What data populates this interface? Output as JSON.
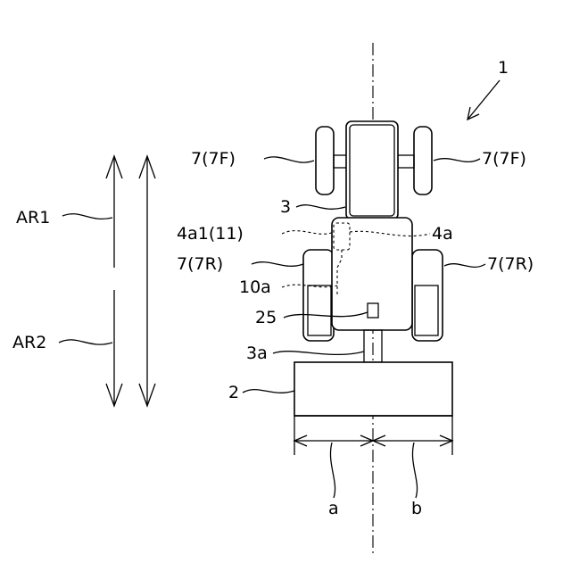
{
  "figure": {
    "labels": {
      "ref_1": "1",
      "front_wheel_left": "7(7F)",
      "front_wheel_right": "7(7F)",
      "body": "3",
      "sensor_4a1": "4a1(11)",
      "sensor_4a": "4a",
      "rear_wheel_left": "7(7R)",
      "rear_wheel_right": "7(7R)",
      "part_10a": "10a",
      "part_25": "25",
      "hitch_3a": "3a",
      "implement_2": "2",
      "arrow_ar1": "AR1",
      "arrow_ar2": "AR2",
      "width_a": "a",
      "width_b": "b"
    }
  }
}
